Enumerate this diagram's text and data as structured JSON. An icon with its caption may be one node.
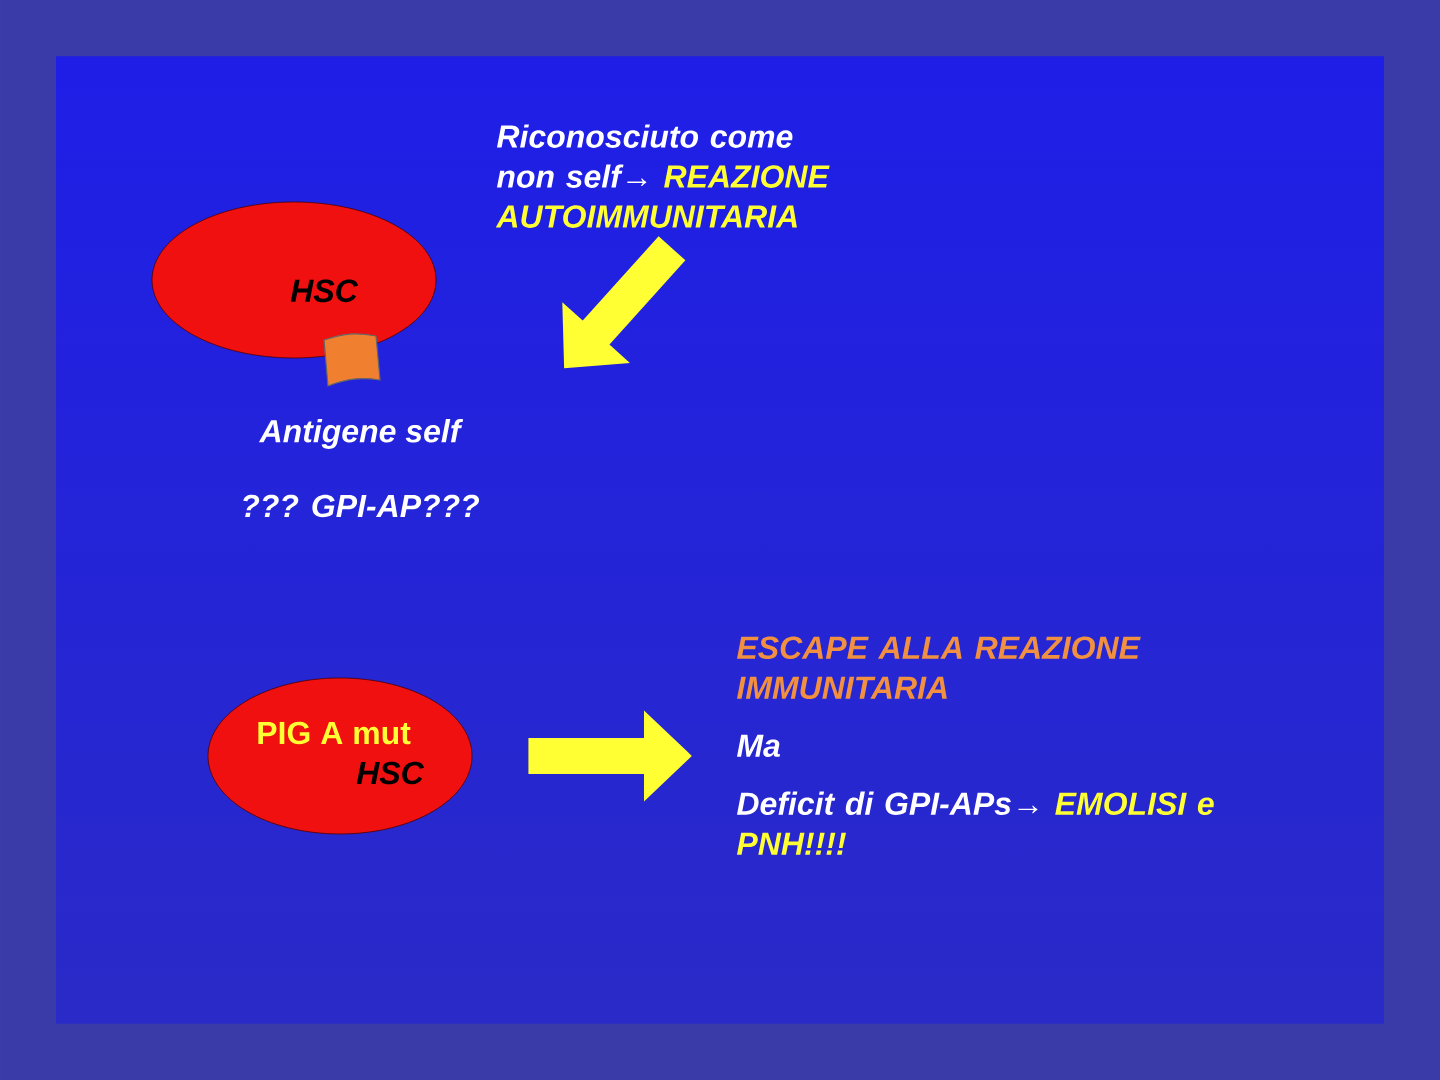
{
  "diagram": {
    "nodes": [
      {
        "text": [
          "Riconosciuto come non self→",
          "REAZIONE AUTOIMMUNITARIA"
        ]
      },
      {
        "text": [
          "HSC"
        ]
      },
      {
        "text": [
          "PIG A mut",
          "HSC"
        ]
      },
      {
        "text": [
          "ESCAPE ALLA REAZIONE IMMUNITARIA",
          "Ma",
          "Deficit di GPI-APs→",
          "EMOLISI e PNH!!!!"
        ]
      }
    ],
    "edges": [
      {
        "from": 0,
        "to": null,
        "arrow": "to"
      },
      {
        "from": 2,
        "to": 3,
        "arrow": "to"
      }
    ],
    "labels": [
      "Antigene self",
      "??? GPI-AP???"
    ]
  }
}
